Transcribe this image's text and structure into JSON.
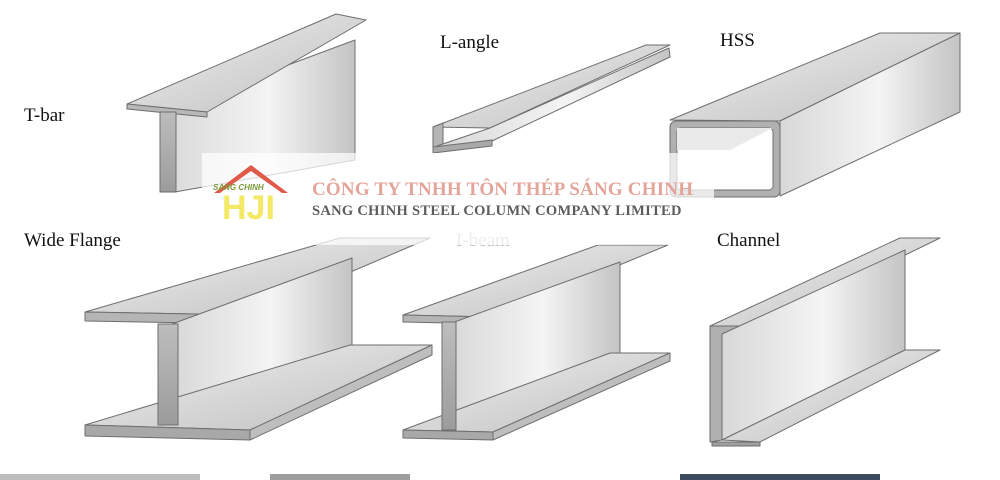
{
  "labels": {
    "tbar": "T-bar",
    "langle": "L-angle",
    "hss": "HSS",
    "wide_flange": "Wide Flange",
    "ibeam": "I-beam",
    "channel": "Channel"
  },
  "watermark": {
    "company_vi": "CÔNG TY TNHH TÔN THÉP SÁNG CHINH",
    "company_en": "SANG CHINH STEEL COLUMN COMPANY LIMITED",
    "logo_text": "SANG CHINH",
    "logo_letters": "HJI"
  },
  "colors": {
    "steel_light": "#e6e6e6",
    "steel_mid": "#c9c9c9",
    "steel_dark": "#a8a8a8",
    "edge": "#6e6e6e",
    "watermark_red": "#e3a49a",
    "logo_roof": "#e05a4a",
    "logo_yellow": "#f2e64a"
  }
}
